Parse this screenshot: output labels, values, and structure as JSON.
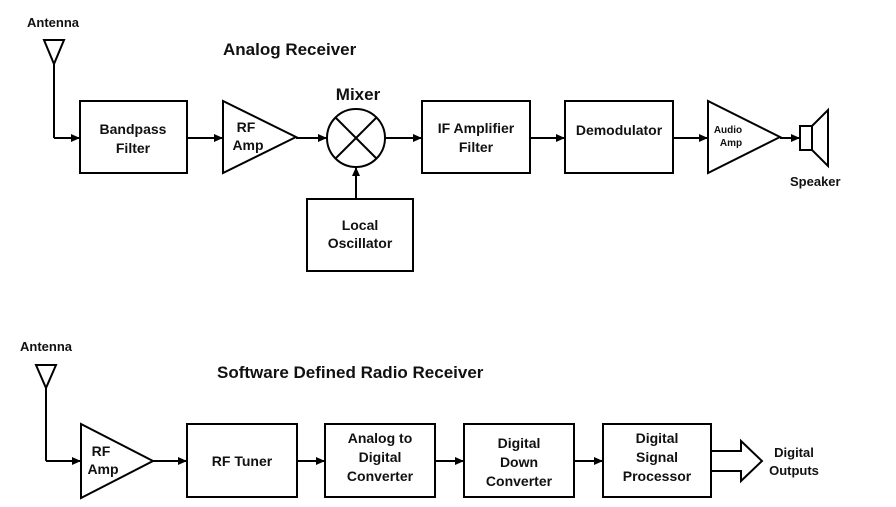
{
  "analog": {
    "title": "Analog Receiver",
    "antenna": "Antenna",
    "bandpass": [
      "Bandpass",
      "Filter"
    ],
    "rf_amp": [
      "RF",
      "Amp"
    ],
    "mixer": "Mixer",
    "local_osc": [
      "Local",
      "Oscillator"
    ],
    "if_amp": [
      "IF Amplifier",
      "Filter"
    ],
    "demodulator": "Demodulator",
    "audio_amp": [
      "Audio",
      "Amp"
    ],
    "speaker": "Speaker"
  },
  "sdr": {
    "title": "Software Defined Radio Receiver",
    "antenna": "Antenna",
    "rf_amp": [
      "RF",
      "Amp"
    ],
    "rf_tuner": "RF Tuner",
    "adc": [
      "Analog to",
      "Digital",
      "Converter"
    ],
    "ddc": [
      "Digital",
      "Down",
      "Converter"
    ],
    "dsp": [
      "Digital",
      "Signal",
      "Processor"
    ],
    "outputs": [
      "Digital",
      "Outputs"
    ]
  },
  "colors": {
    "ink": "#000000",
    "background": "#ffffff"
  }
}
